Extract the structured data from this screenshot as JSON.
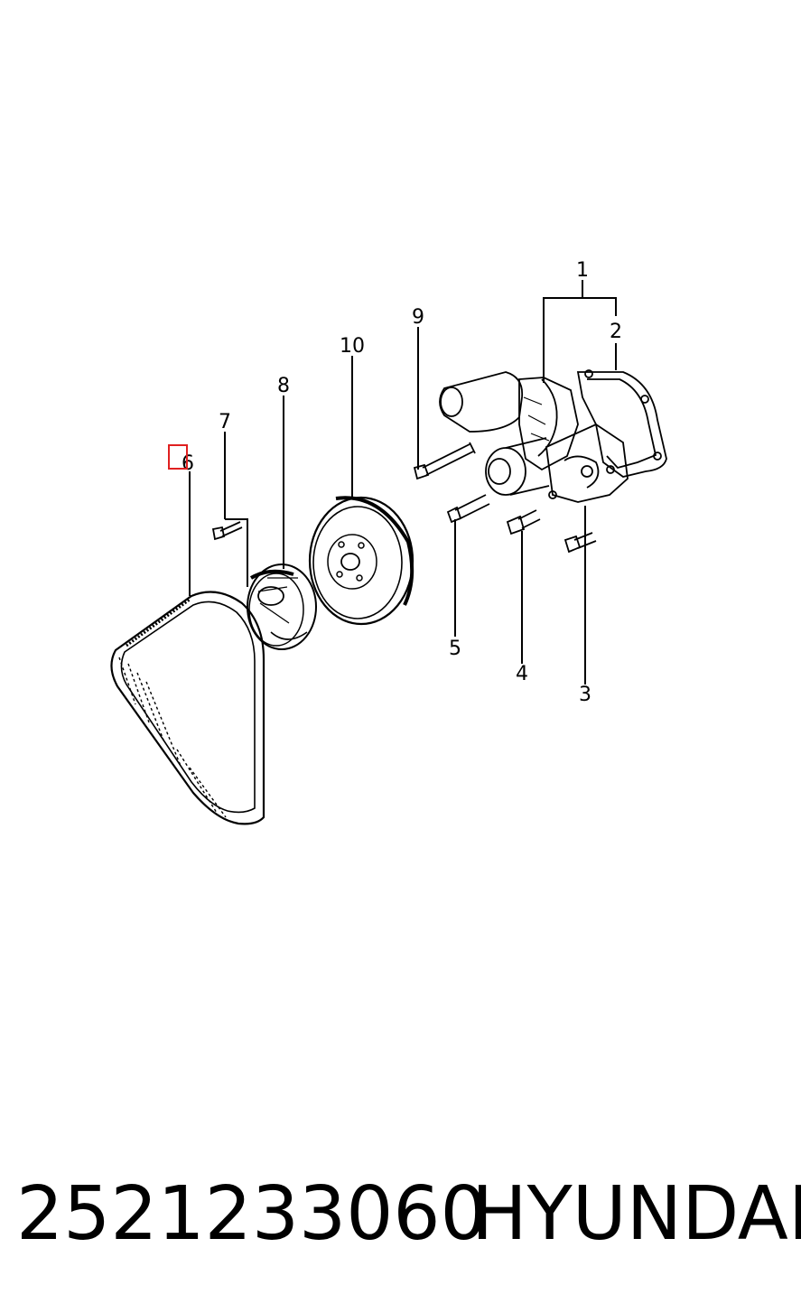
{
  "diagram": {
    "callouts": [
      "1",
      "2",
      "3",
      "4",
      "5",
      "6",
      "7",
      "8",
      "9",
      "10"
    ],
    "highlight_color": "#e02020"
  },
  "footer": {
    "part_number": "2521233060",
    "brand": "HYUNDAI"
  }
}
